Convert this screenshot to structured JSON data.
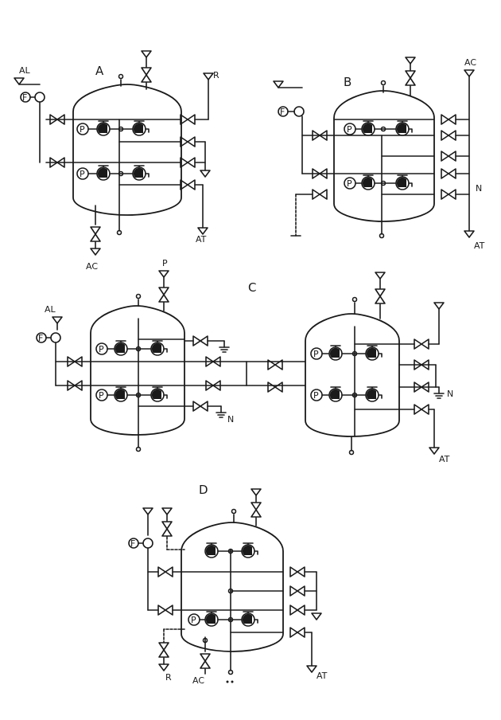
{
  "panels": [
    {
      "id": "A",
      "label": "A"
    },
    {
      "id": "B",
      "label": "B"
    },
    {
      "id": "C",
      "label": "C"
    },
    {
      "id": "D",
      "label": "D"
    }
  ],
  "tags": {
    "a_top_left": "AL",
    "a_top_right": "R",
    "a_bottom_left": "AC",
    "a_bottom_right": "AT",
    "b_top_right": "AC",
    "b_right": "N",
    "b_bottom_right": "AT",
    "c_top_left": "AL",
    "c_top_mid": "P",
    "c_left_n": "N",
    "c_right_n": "N",
    "c_bottom_right": "AT",
    "d_bottom_left": "R",
    "d_bottom_mid": "AC",
    "d_bottom_right": "AT"
  },
  "instrument_labels": {
    "flow": "F",
    "pump": "P"
  },
  "colors": {
    "ink": "#1a1a1a",
    "paper": "#ffffff"
  }
}
